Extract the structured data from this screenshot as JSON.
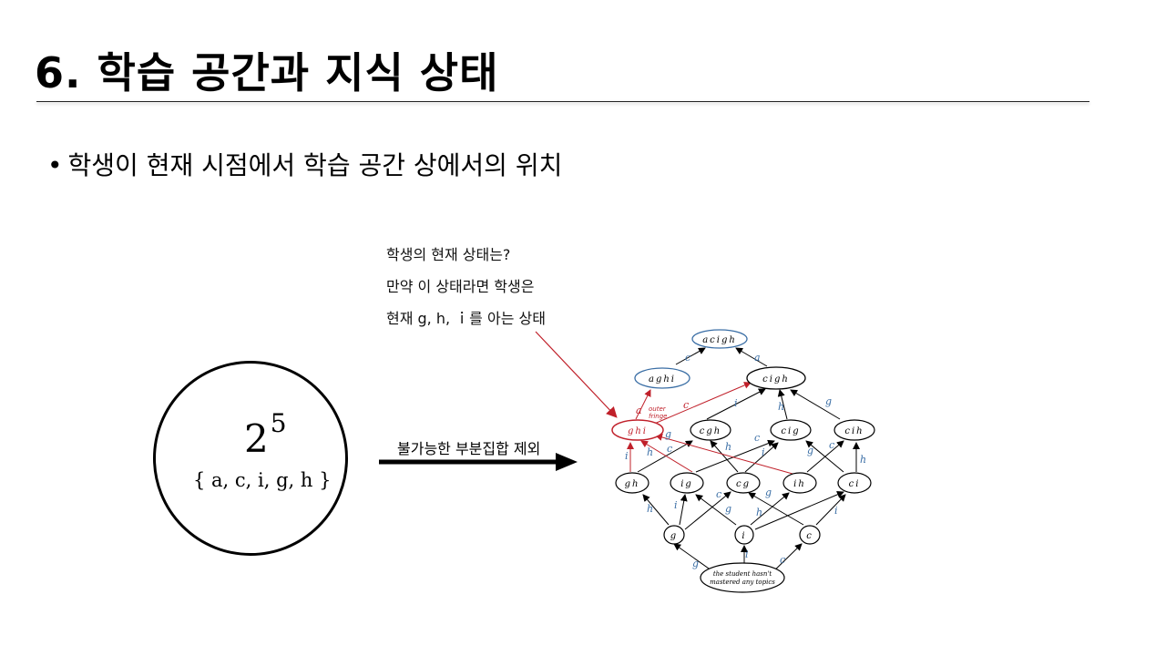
{
  "slide": {
    "title": "6. 학습 공간과 지식 상태",
    "bullet": "학생이 현재 시점에서 학습 공간 상에서의 위치",
    "question_lines": [
      "학생의 현재 상태는?",
      "만약 이 상태라면 학생은",
      "현재 g, h, ｉ를 아는 상태"
    ],
    "power_base": "2",
    "power_exponent": "5",
    "set_text": "{ a, c, i, g, h }",
    "arrow_label": "불가능한 부분집합 제외"
  },
  "lattice": {
    "nodes": {
      "acigh": "acigh",
      "aghi": "aghi",
      "cigh": "cigh",
      "ghi": "ghi",
      "cgh": "cgh",
      "cig": "cig",
      "cih": "cih",
      "gh": "gh",
      "ig": "ig",
      "cg": "cg",
      "ih": "ih",
      "ci": "ci",
      "g": "g",
      "i": "i",
      "c": "c",
      "empty_line1": "the student hasn't",
      "empty_line2": "mastered any topics"
    },
    "outer_fringe_line1": "outer",
    "outer_fringe_line2": "fringe",
    "edge_labels": [
      "c",
      "a",
      "a",
      "c",
      "i",
      "h",
      "g",
      "g",
      "i",
      "h",
      "c",
      "h",
      "c",
      "i",
      "g",
      "c",
      "h",
      "i",
      "c",
      "g",
      "h",
      "g",
      "h",
      "i",
      "i",
      "g",
      "c"
    ],
    "colors": {
      "blue": "#3a6ea5",
      "red": "#c0202a",
      "black": "#000000"
    }
  }
}
